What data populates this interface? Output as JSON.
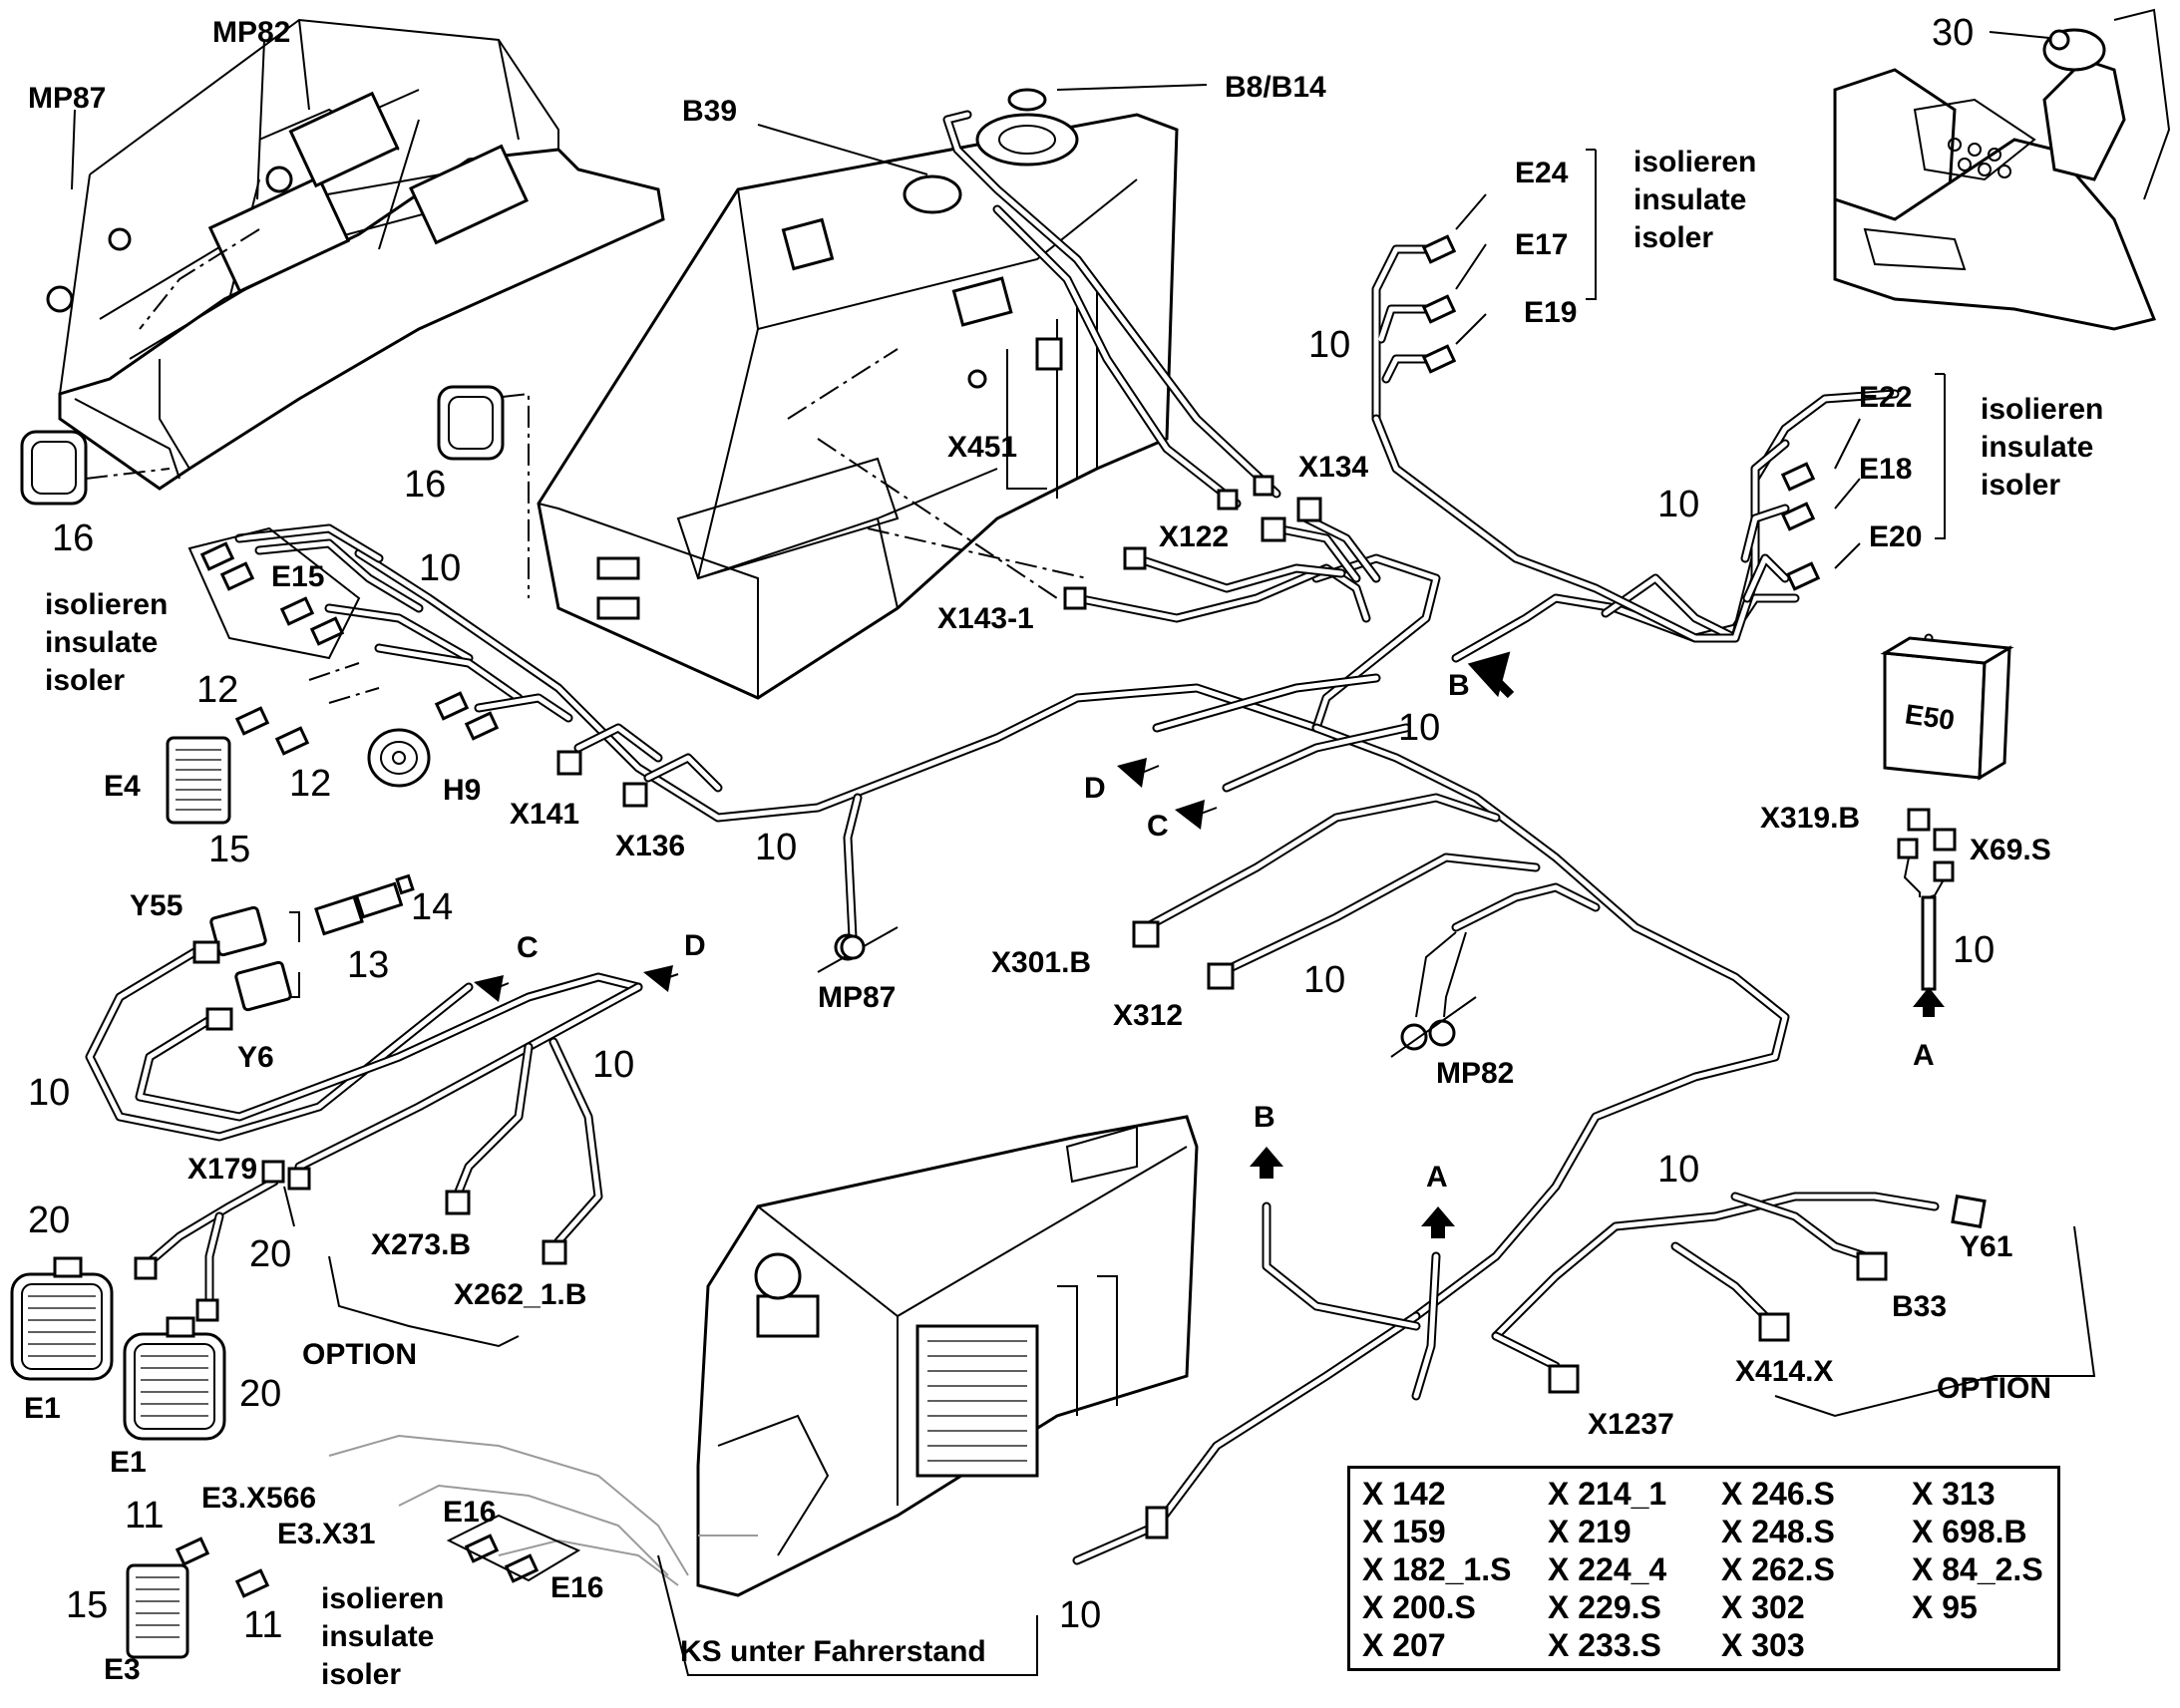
{
  "labels": {
    "mp82_top": "MP82",
    "mp87_top": "MP87",
    "b39": "B39",
    "b8_b14": "B8/B14",
    "n30": "30",
    "e24": "E24",
    "e17": "E17",
    "e19": "E19",
    "e22": "E22",
    "e18": "E18",
    "e20": "E20",
    "iso1": [
      "isolieren",
      "insulate",
      "isoler"
    ],
    "iso2": [
      "isolieren",
      "insulate",
      "isoler"
    ],
    "iso3": [
      "isolieren",
      "insulate",
      "isoler"
    ],
    "iso4": [
      "isolieren",
      "insulate",
      "isoler"
    ],
    "n10_a": "10",
    "n10_b": "10",
    "n16_a": "16",
    "n16_b": "16",
    "x451": "X451",
    "x134": "X134",
    "x122": "X122",
    "x143_1": "X143-1",
    "e15": "E15",
    "n10_c": "10",
    "n12_a": "12",
    "n12_b": "12",
    "e4": "E4",
    "n15_a": "15",
    "h9": "H9",
    "x141": "X141",
    "x136": "X136",
    "n10_d": "10",
    "b_a": "B",
    "n10_e": "10",
    "e50": "E50",
    "x319b": "X319.B",
    "x69s": "X69.S",
    "n10_f": "10",
    "a_up": "A",
    "d_a": "D",
    "c_a": "C",
    "x301b": "X301.B",
    "x312": "X312",
    "n10_g": "10",
    "mp82_b": "MP82",
    "mp87_b": "MP87",
    "y55": "Y55",
    "n14": "14",
    "n13": "13",
    "y6": "Y6",
    "c_b": "C",
    "d_b": "D",
    "n10_h": "10",
    "n10_i": "10",
    "x179": "X179",
    "n20_a": "20",
    "n20_b": "20",
    "n20_c": "20",
    "x273b": "X273.B",
    "x262_1b": "X262_1.B",
    "option_a": "OPTION",
    "e1_a": "E1",
    "e1_b": "E1",
    "b_b": "B",
    "a_b": "A",
    "n10_j": "10",
    "y61": "Y61",
    "b33": "B33",
    "x414x": "X414.X",
    "option_b": "OPTION",
    "x1237": "X1237",
    "n11_a": "11",
    "n11_b": "11",
    "e3x566": "E3.X566",
    "e3x31": "E3.X31",
    "e16_a": "E16",
    "e16_b": "E16",
    "n15_b": "15",
    "e3": "E3",
    "n10_k": "10",
    "ks": "KS unter Fahrerstand"
  },
  "connector_table": {
    "columns": [
      [
        "X 142",
        "X 159",
        "X 182_1.S",
        "X 200.S",
        "X 207"
      ],
      [
        "X 214_1",
        "X 219",
        "X 224_4",
        "X 229.S",
        "X 233.S"
      ],
      [
        "X 246.S",
        "X 248.S",
        "X 262.S",
        "X 302",
        "X 303"
      ],
      [
        "X 313",
        "X 698.B",
        "X 84_2.S",
        "X 95"
      ]
    ]
  }
}
